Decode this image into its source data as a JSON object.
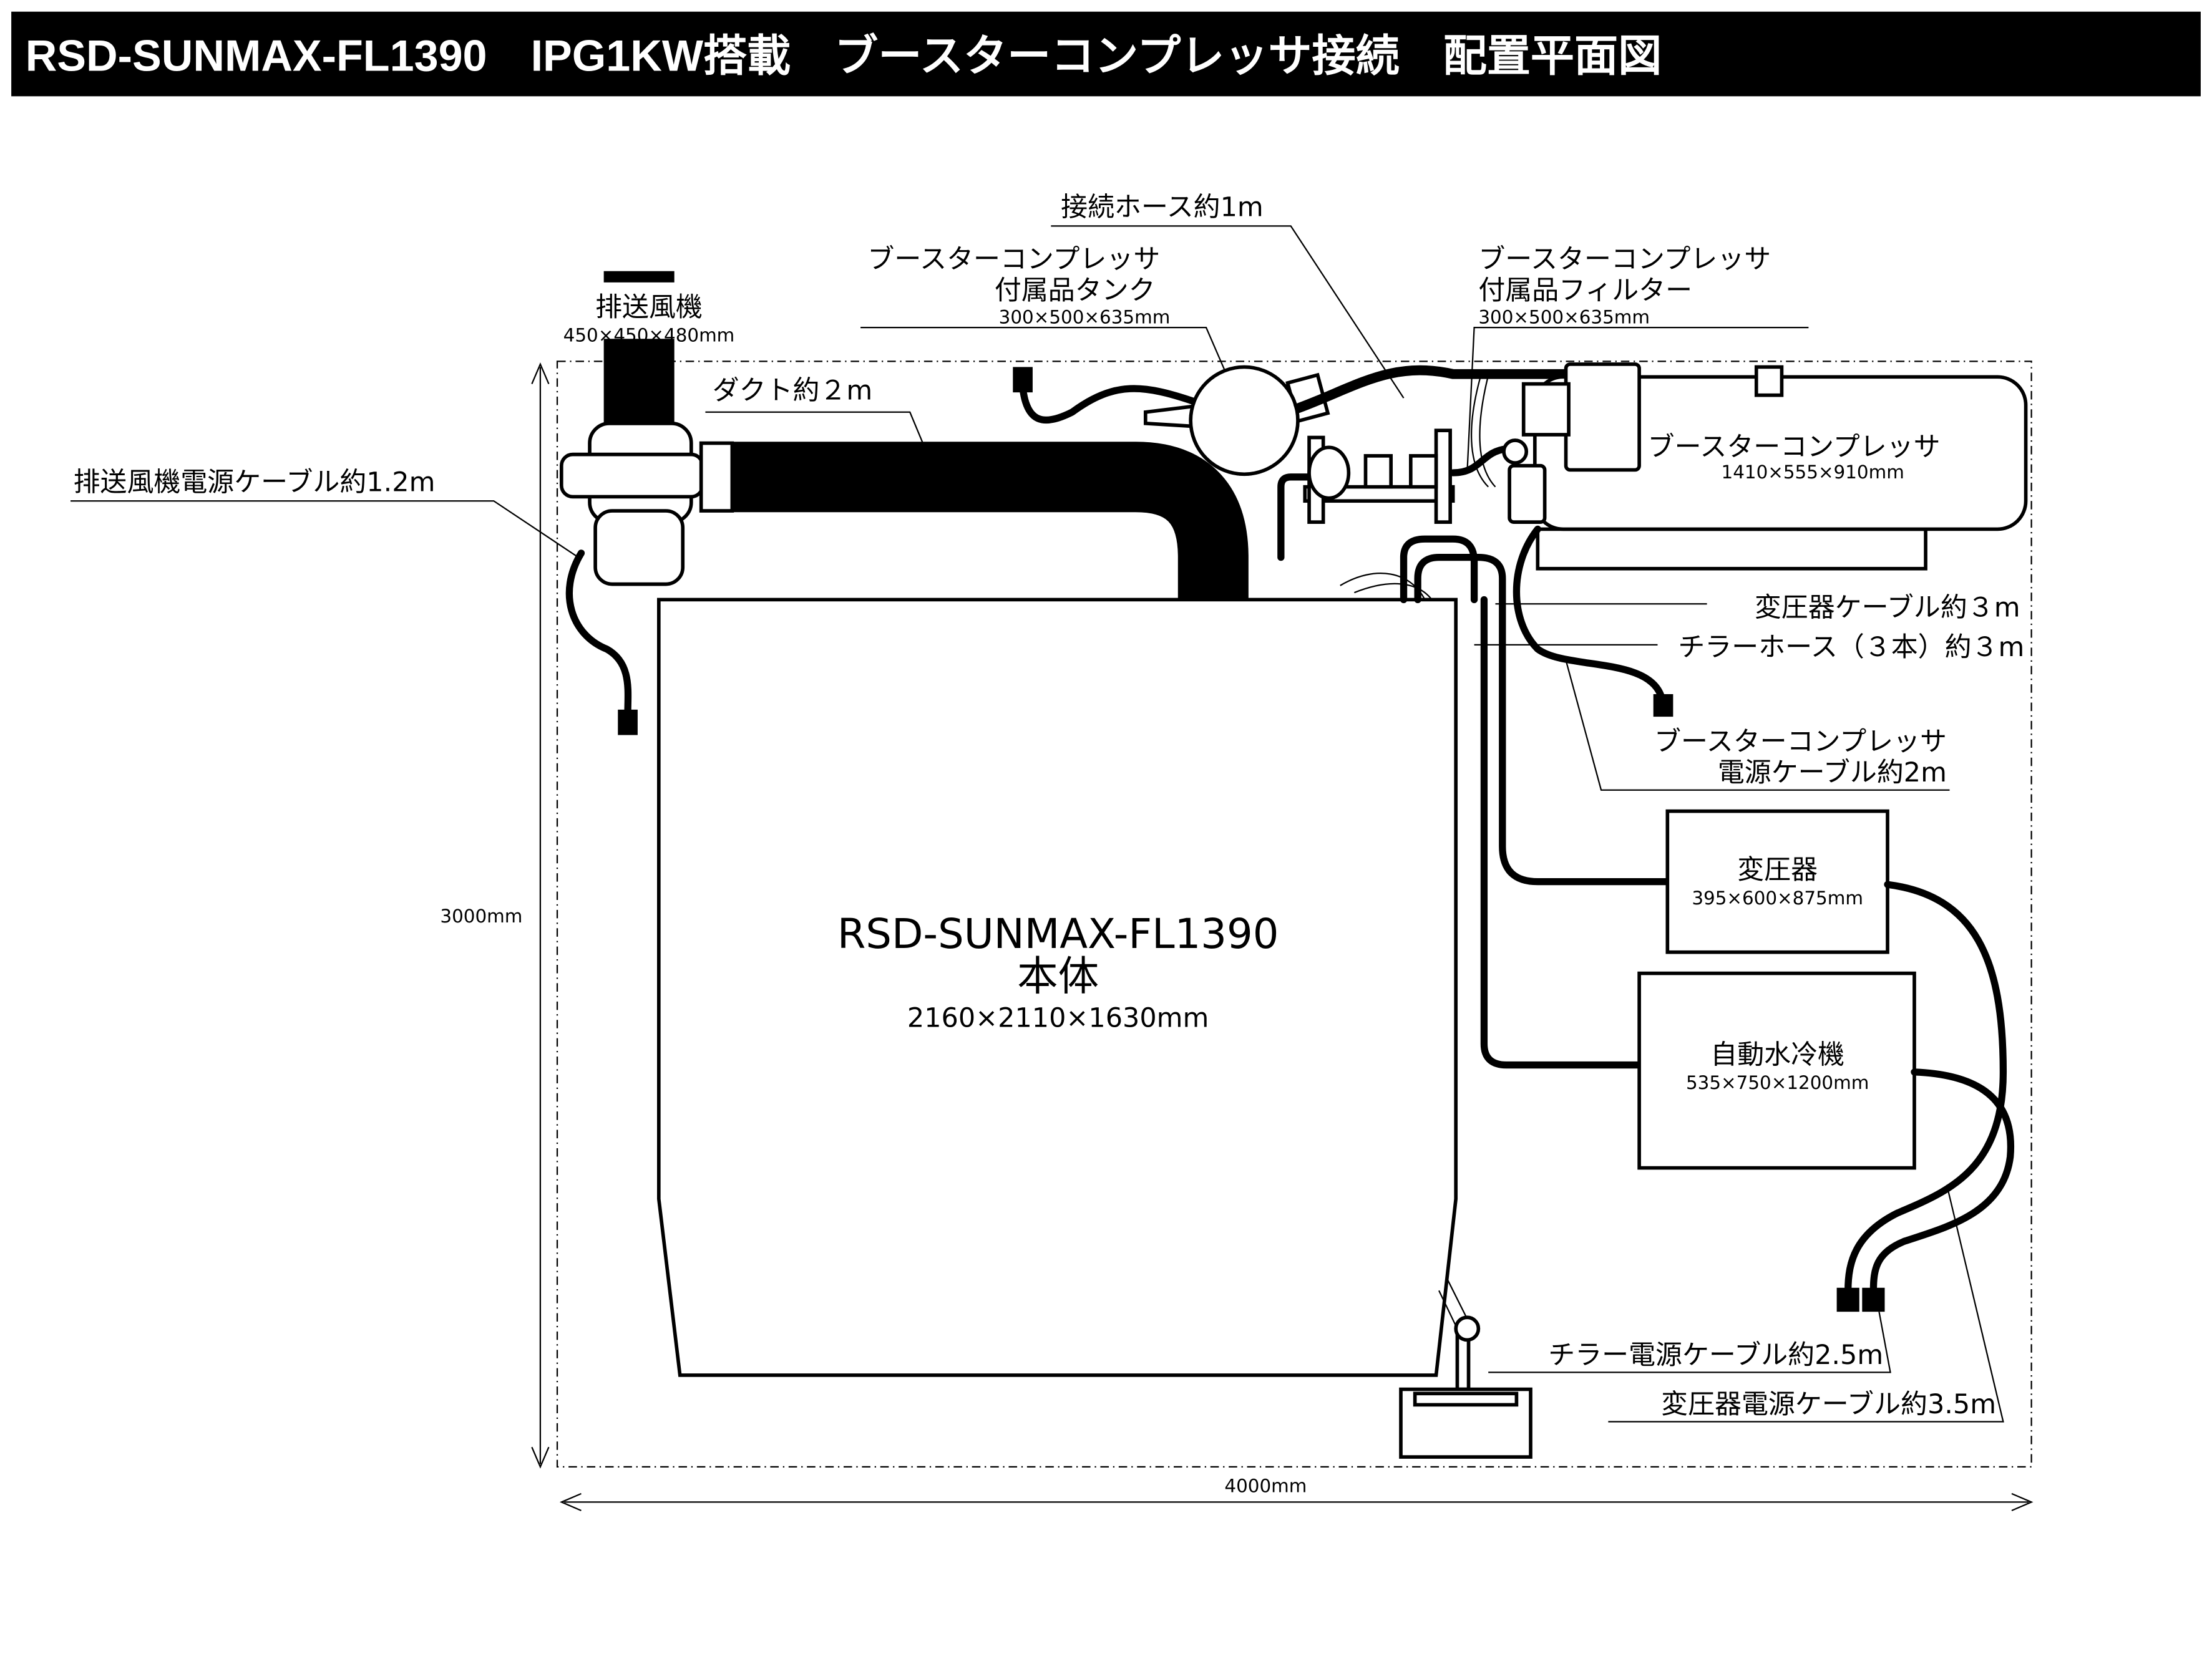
{
  "title": "RSD-SUNMAX-FL1390　IPG1KW搭載　ブースターコンプレッサ接続　配置平面図",
  "dimensions": {
    "height": "3000mm",
    "width": "4000mm"
  },
  "main_unit": {
    "name": "RSD-SUNMAX-FL1390",
    "sub": "本体",
    "size": "2160×2110×1630mm"
  },
  "exhaust_fan": {
    "name": "排送風機",
    "size": "450×450×480mm",
    "cable": "排送風機電源ケーブル約1.2m"
  },
  "duct": "ダクト約２m",
  "hose": "接続ホース約1m",
  "tank": {
    "line1": "ブースターコンプレッサ",
    "line2": "付属品タンク",
    "size": "300×500×635mm"
  },
  "filter": {
    "line1": "ブースターコンプレッサ",
    "line2": "付属品フィルター",
    "size": "300×500×635mm"
  },
  "compressor": {
    "name": "ブースターコンプレッサ",
    "size": "1410×555×910mm",
    "cable_line1": "ブースターコンプレッサ",
    "cable_line2": "電源ケーブル約2m"
  },
  "transformer_cable": "変圧器ケーブル約３m",
  "chiller_hose": "チラーホース（３本）約３m",
  "transformer": {
    "name": "変圧器",
    "size": "395×600×875mm",
    "power_cable": "変圧器電源ケーブル約3.5m"
  },
  "chiller": {
    "name": "自動水冷機",
    "size": "535×750×1200mm",
    "power_cable": "チラー電源ケーブル約2.5m"
  }
}
